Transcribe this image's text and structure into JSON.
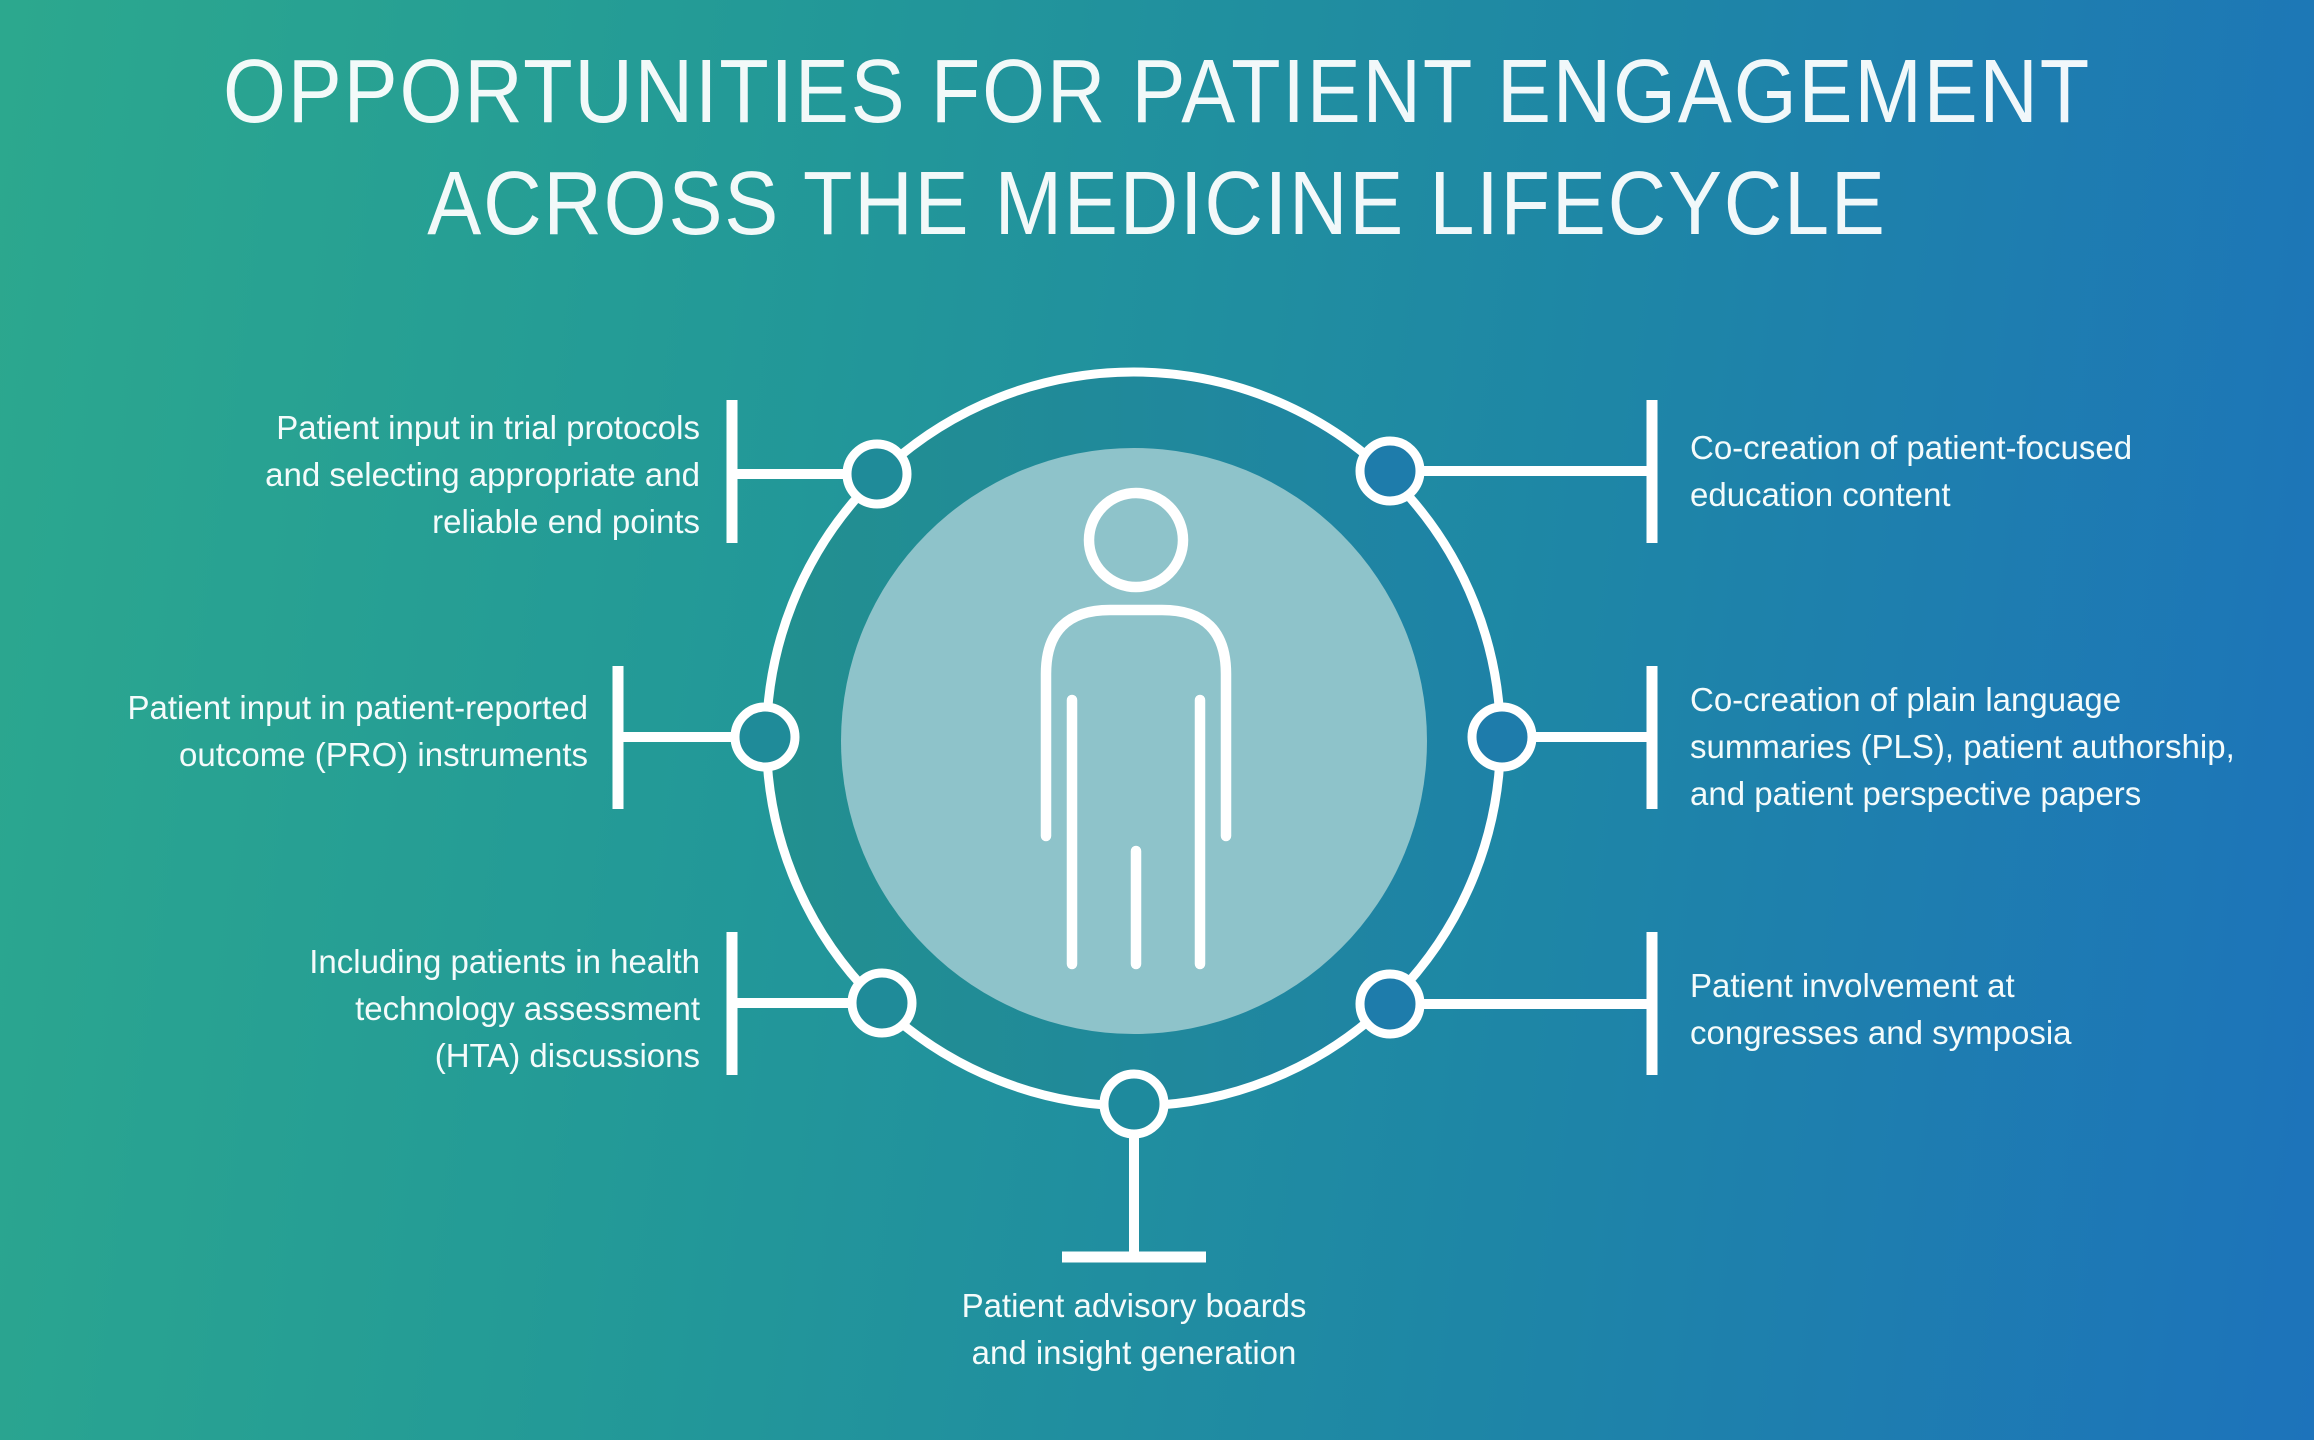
{
  "title": {
    "text": "OPPORTUNITIES FOR PATIENT ENGAGEMENT\nACROSS THE MEDICINE LIFECYCLE"
  },
  "colors": {
    "background_left": "#2ca88e",
    "background_right": "#1d73bb",
    "ring_interior": "#1f8a9b",
    "inner_circle": "#8ec3ca",
    "line_white": "#ffffff",
    "node_fill_teal": "#1f8b99",
    "node_fill_blue": "#1e7cab",
    "node_fill_bottom": "#1e8a9d",
    "label_text": "#f4fbfb"
  },
  "diagram": {
    "center_icon": "person-icon",
    "nodes": [
      {
        "id": "trial-protocols",
        "position": "top-left",
        "label": "Patient input in trial protocols\nand selecting appropriate and\nreliable end points",
        "fill": "#1f8b99"
      },
      {
        "id": "pro-instruments",
        "position": "mid-left",
        "label": "Patient input in patient-reported\noutcome (PRO) instruments",
        "fill": "#1f8b99"
      },
      {
        "id": "hta-discussions",
        "position": "bottom-left",
        "label": "Including patients in health\ntechnology assessment\n(HTA) discussions",
        "fill": "#1f8b99"
      },
      {
        "id": "education-content",
        "position": "top-right",
        "label": "Co-creation of patient-focused\neducation content",
        "fill": "#1e7cab"
      },
      {
        "id": "plain-language-summaries",
        "position": "mid-right",
        "label": "Co-creation of plain language\nsummaries (PLS), patient authorship,\nand patient perspective papers",
        "fill": "#1e7cab"
      },
      {
        "id": "congresses-symposia",
        "position": "bottom-right",
        "label": "Patient involvement at\ncongresses and symposia",
        "fill": "#1e7cab"
      },
      {
        "id": "advisory-boards",
        "position": "bottom",
        "label": "Patient advisory boards\nand insight generation",
        "fill": "#1e8a9d"
      }
    ]
  }
}
